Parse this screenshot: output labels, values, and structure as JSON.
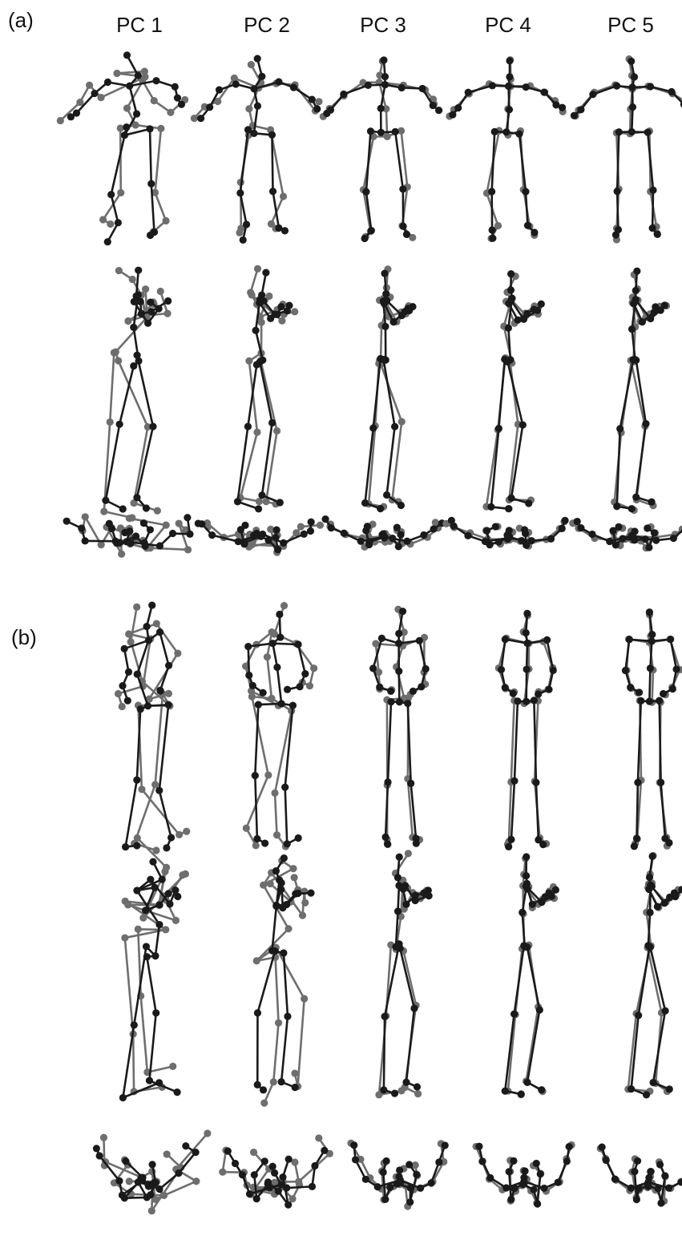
{
  "panels": [
    {
      "label": "(a)"
    },
    {
      "label": "(b)"
    }
  ],
  "columns": [
    "PC 1",
    "PC 2",
    "PC 3",
    "PC 4",
    "PC 5"
  ],
  "colors": {
    "pose_a": "#1a1a1a",
    "pose_b": "#6e6e6e"
  },
  "views_per_panel": [
    "front",
    "side",
    "top"
  ]
}
